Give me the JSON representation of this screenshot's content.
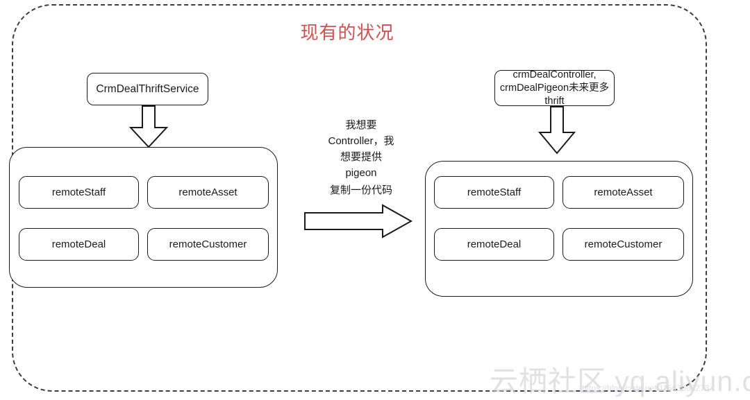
{
  "diagram": {
    "title": "现有的状况",
    "title_color": "#d4504f",
    "stroke_color": "#1a1a1a",
    "background": "#ffffff"
  },
  "left_side": {
    "service_label": "CrmDealThriftService",
    "arrow_down_name": "down-arrow",
    "modules": [
      {
        "label": "remoteStaff"
      },
      {
        "label": "remoteAsset"
      },
      {
        "label": "remoteDeal"
      },
      {
        "label": "remoteCustomer"
      }
    ]
  },
  "right_side": {
    "service_label_line1": "crmDealController,",
    "service_label_line2": "crmDealPigeon未来更多",
    "service_label_line3": "thrift",
    "arrow_down_name": "down-arrow",
    "modules": [
      {
        "label": "remoteStaff"
      },
      {
        "label": "remoteAsset"
      },
      {
        "label": "remoteDeal"
      },
      {
        "label": "remoteCustomer"
      }
    ]
  },
  "middle": {
    "note_top": "我想要\nController，我\n想要提供\npigeon",
    "note_bottom": "复制一份代码",
    "arrow_right_name": "right-arrow"
  },
  "watermark": {
    "main": "云栖社区 yq.aliyun.com",
    "sub": "https://blog.csdn.net/11563868273"
  }
}
